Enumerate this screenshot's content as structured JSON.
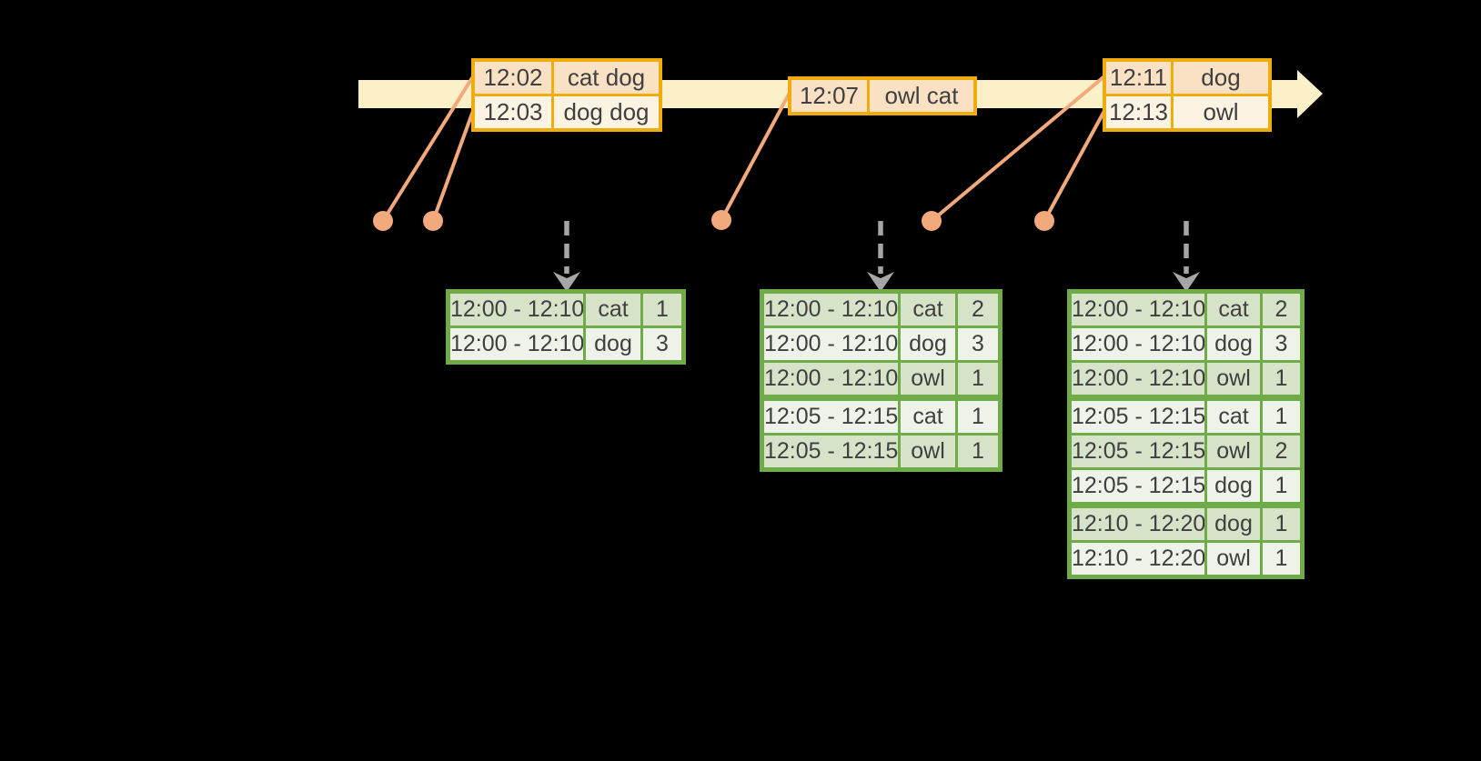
{
  "colors": {
    "background": "#000000",
    "gold_border": "#f0ac0d",
    "peach_dark": "#fae1c4",
    "cream_light": "#fdf3e3",
    "timeline": "#fcf0c8",
    "salmon": "#f2aa7c",
    "green_border": "#6fac49",
    "green_row_dark": "#d7e3c8",
    "green_row_light": "#eef2e8",
    "arrow_gray": "#a6a6a6",
    "text": "#3f3f3f"
  },
  "timeline": {
    "events": [
      {
        "rows": [
          {
            "time": "12:02",
            "words": "cat dog"
          },
          {
            "time": "12:03",
            "words": "dog dog"
          }
        ]
      },
      {
        "rows": [
          {
            "time": "12:07",
            "words": "owl cat"
          }
        ]
      },
      {
        "rows": [
          {
            "time": "12:11",
            "words": "dog"
          },
          {
            "time": "12:13",
            "words": "owl"
          }
        ]
      }
    ]
  },
  "result_tables": [
    {
      "rows": [
        {
          "window": "12:00 - 12:10",
          "word": "cat",
          "count": "1"
        },
        {
          "window": "12:00 - 12:10",
          "word": "dog",
          "count": "3"
        }
      ]
    },
    {
      "rows": [
        {
          "window": "12:00 - 12:10",
          "word": "cat",
          "count": "2"
        },
        {
          "window": "12:00 - 12:10",
          "word": "dog",
          "count": "3"
        },
        {
          "window": "12:00 - 12:10",
          "word": "owl",
          "count": "1"
        },
        {
          "window": "12:05 - 12:15",
          "word": "cat",
          "count": "1"
        },
        {
          "window": "12:05 - 12:15",
          "word": "owl",
          "count": "1"
        }
      ]
    },
    {
      "rows": [
        {
          "window": "12:00 - 12:10",
          "word": "cat",
          "count": "2"
        },
        {
          "window": "12:00 - 12:10",
          "word": "dog",
          "count": "3"
        },
        {
          "window": "12:00 - 12:10",
          "word": "owl",
          "count": "1"
        },
        {
          "window": "12:05 - 12:15",
          "word": "cat",
          "count": "1"
        },
        {
          "window": "12:05 - 12:15",
          "word": "owl",
          "count": "2"
        },
        {
          "window": "12:05 - 12:15",
          "word": "dog",
          "count": "1"
        },
        {
          "window": "12:10 - 12:20",
          "word": "dog",
          "count": "1"
        },
        {
          "window": "12:10 - 12:20",
          "word": "owl",
          "count": "1"
        }
      ]
    }
  ]
}
